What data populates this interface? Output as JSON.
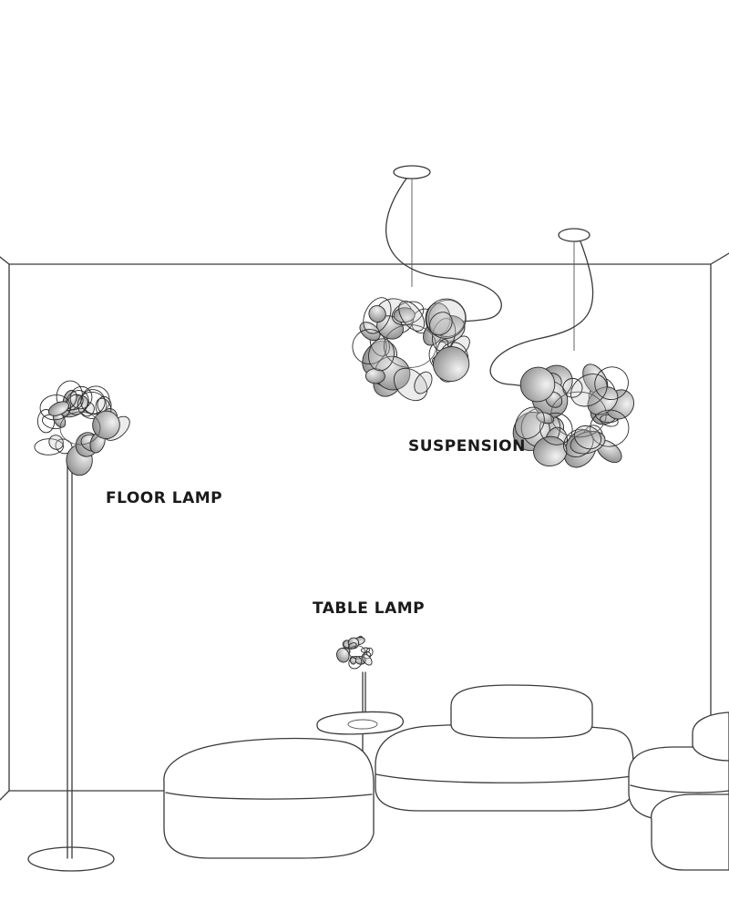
{
  "labels": {
    "suspension": "SUSPENSION",
    "floor_lamp": "FLOOR LAMP",
    "table_lamp": "TABLE LAMP"
  },
  "colors": {
    "line": "#3a3a3a",
    "disc_fill": "#9a9a9a",
    "disc_light": "#d8d8d8",
    "background": "#ffffff"
  }
}
